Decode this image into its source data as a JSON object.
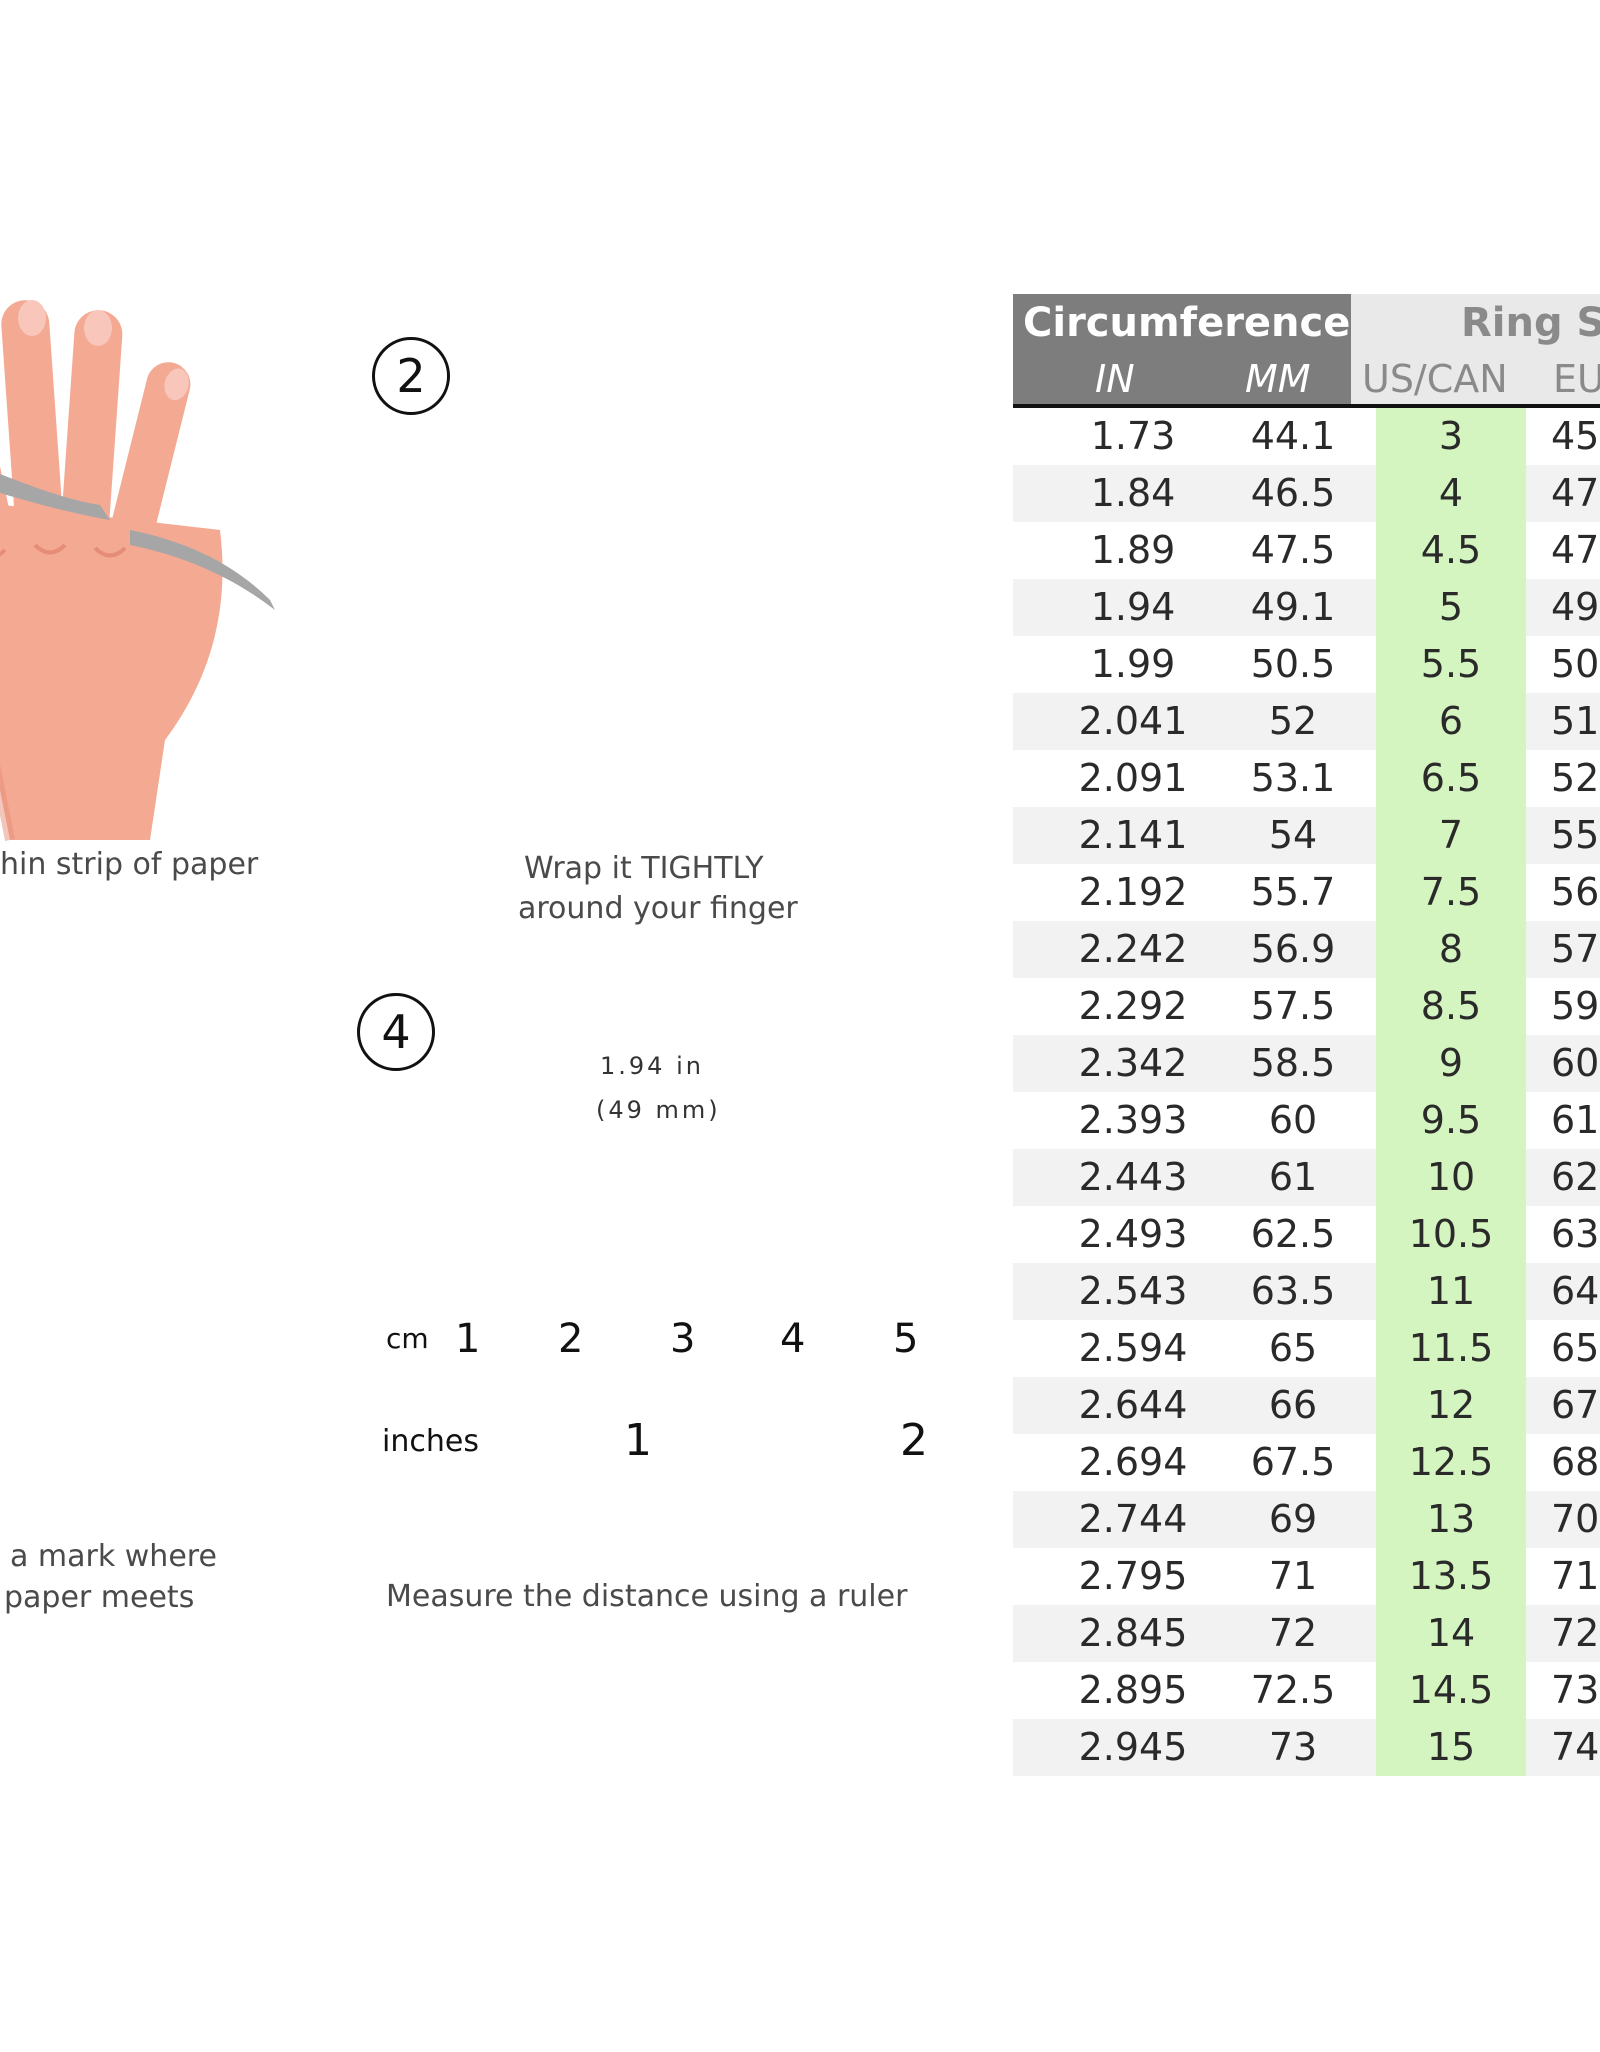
{
  "steps": {
    "step1_caption": "hin strip of paper",
    "step2_number": "2",
    "step2_caption_line1": "Wrap it TIGHTLY",
    "step2_caption_line2": "around your finger",
    "step3_caption_line1": "a mark where",
    "step3_caption_line2": "paper meets",
    "step4_number": "4",
    "step4_caption": "Measure the distance using a ruler",
    "measure_in": "1.94 in",
    "measure_mm": "(49 mm)"
  },
  "ruler": {
    "cm_label": "cm",
    "cm_numbers": [
      "1",
      "2",
      "3",
      "4",
      "5"
    ],
    "inch_label": "inches",
    "inch_numbers": [
      "1",
      "2"
    ]
  },
  "table": {
    "header_circumference": "Circumference",
    "header_ring_size": "Ring Si",
    "col_in": "IN",
    "col_mm": "MM",
    "col_us": "US/CAN",
    "col_eu": "EU",
    "rows": [
      {
        "in": "1.73",
        "mm": "44.1",
        "us": "3",
        "eu": "45"
      },
      {
        "in": "1.84",
        "mm": "46.5",
        "us": "4",
        "eu": "47"
      },
      {
        "in": "1.89",
        "mm": "47.5",
        "us": "4.5",
        "eu": "47"
      },
      {
        "in": "1.94",
        "mm": "49.1",
        "us": "5",
        "eu": "49"
      },
      {
        "in": "1.99",
        "mm": "50.5",
        "us": "5.5",
        "eu": "50"
      },
      {
        "in": "2.041",
        "mm": "52",
        "us": "6",
        "eu": "51"
      },
      {
        "in": "2.091",
        "mm": "53.1",
        "us": "6.5",
        "eu": "52"
      },
      {
        "in": "2.141",
        "mm": "54",
        "us": "7",
        "eu": "55"
      },
      {
        "in": "2.192",
        "mm": "55.7",
        "us": "7.5",
        "eu": "56"
      },
      {
        "in": "2.242",
        "mm": "56.9",
        "us": "8",
        "eu": "57"
      },
      {
        "in": "2.292",
        "mm": "57.5",
        "us": "8.5",
        "eu": "59"
      },
      {
        "in": "2.342",
        "mm": "58.5",
        "us": "9",
        "eu": "60"
      },
      {
        "in": "2.393",
        "mm": "60",
        "us": "9.5",
        "eu": "61"
      },
      {
        "in": "2.443",
        "mm": "61",
        "us": "10",
        "eu": "62"
      },
      {
        "in": "2.493",
        "mm": "62.5",
        "us": "10.5",
        "eu": "63"
      },
      {
        "in": "2.543",
        "mm": "63.5",
        "us": "11",
        "eu": "64"
      },
      {
        "in": "2.594",
        "mm": "65",
        "us": "11.5",
        "eu": "65"
      },
      {
        "in": "2.644",
        "mm": "66",
        "us": "12",
        "eu": "67"
      },
      {
        "in": "2.694",
        "mm": "67.5",
        "us": "12.5",
        "eu": "68"
      },
      {
        "in": "2.744",
        "mm": "69",
        "us": "13",
        "eu": "70"
      },
      {
        "in": "2.795",
        "mm": "71",
        "us": "13.5",
        "eu": "71"
      },
      {
        "in": "2.845",
        "mm": "72",
        "us": "14",
        "eu": "72"
      },
      {
        "in": "2.895",
        "mm": "72.5",
        "us": "14.5",
        "eu": "73"
      },
      {
        "in": "2.945",
        "mm": "73",
        "us": "15",
        "eu": "74"
      }
    ]
  },
  "colors": {
    "header_dark": "#7d7d7d",
    "header_light": "#e9e9e9",
    "us_column": "#d5f5c0",
    "row_stripe": "#f2f2f2",
    "skin": "#f4a992",
    "skin_shadow": "#e58d76",
    "paper_strip": "#a6a6a6",
    "pencil_body": "#f2b93b",
    "pencil_ferrule": "#2e5a7a",
    "pencil_eraser": "#f08f92"
  }
}
